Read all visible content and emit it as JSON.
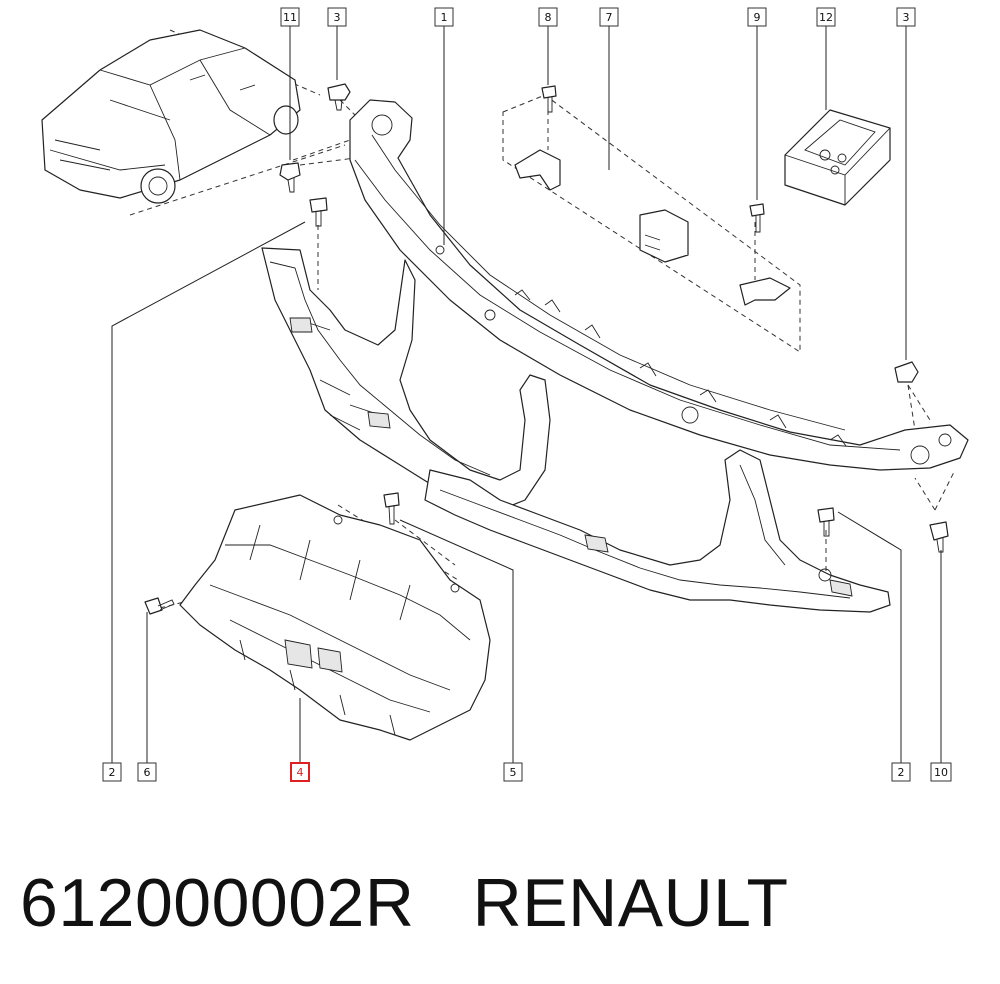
{
  "diagram": {
    "callouts": [
      {
        "id": "c11a",
        "label": "11"
      },
      {
        "id": "c3a",
        "label": "3"
      },
      {
        "id": "c1",
        "label": "1"
      },
      {
        "id": "c8",
        "label": "8"
      },
      {
        "id": "c7",
        "label": "7"
      },
      {
        "id": "c9",
        "label": "9"
      },
      {
        "id": "c12",
        "label": "12"
      },
      {
        "id": "c3b",
        "label": "3"
      },
      {
        "id": "c2a",
        "label": "2"
      },
      {
        "id": "c6",
        "label": "6"
      },
      {
        "id": "c4",
        "label": "4",
        "highlighted": true
      },
      {
        "id": "c5",
        "label": "5"
      },
      {
        "id": "c2b",
        "label": "2"
      },
      {
        "id": "c10",
        "label": "10"
      }
    ],
    "highlight_color": "#e02020"
  },
  "caption": {
    "part_number": "612000002R",
    "brand": "RENAULT",
    "full": "612000002R   RENAULT"
  }
}
